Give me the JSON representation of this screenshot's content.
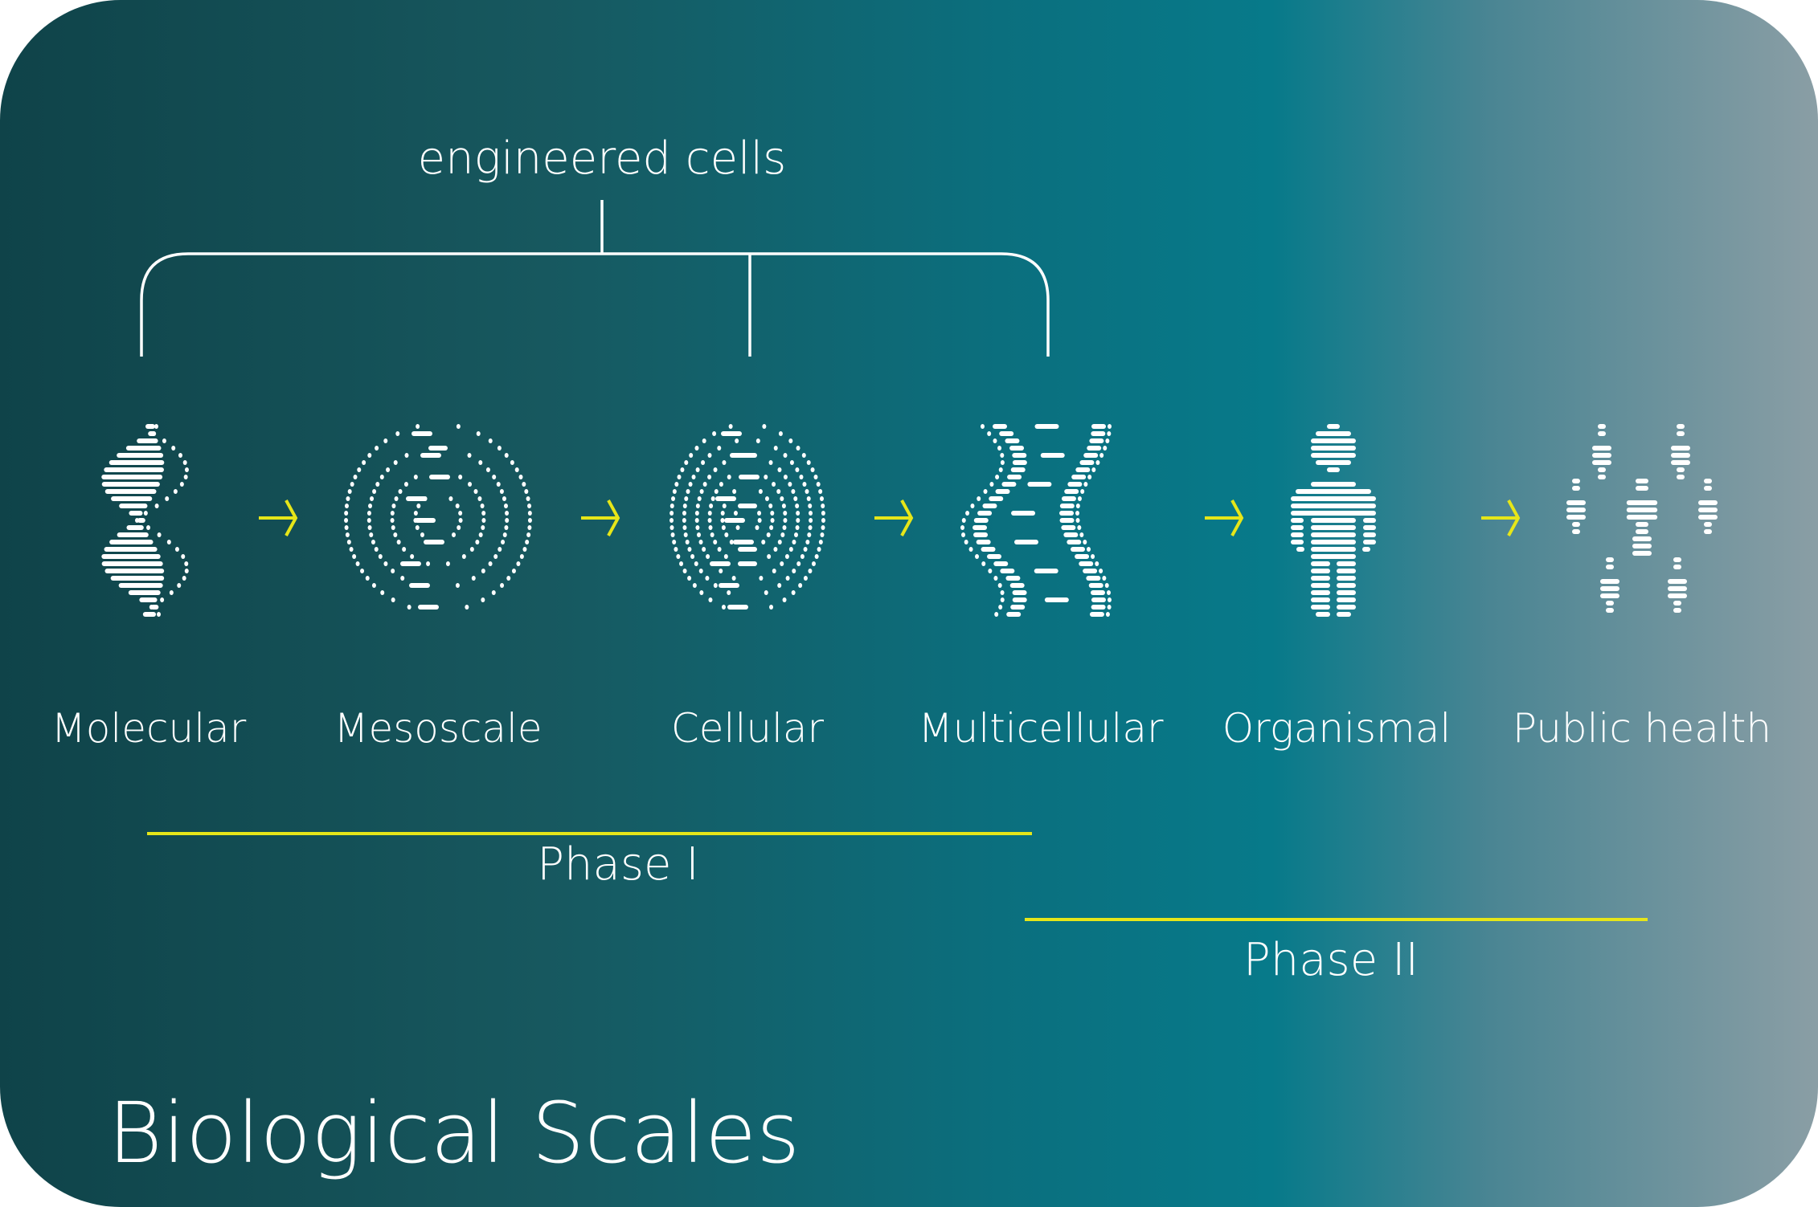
{
  "title": "Biological Scales",
  "bracket_label": "engineered cells",
  "scales": [
    {
      "label": "Molecular",
      "icon": "dna-helix-icon"
    },
    {
      "label": "Mesoscale",
      "icon": "mesoscale-structure-icon"
    },
    {
      "label": "Cellular",
      "icon": "cell-icon"
    },
    {
      "label": "Multicellular",
      "icon": "tissue-icon"
    },
    {
      "label": "Organismal",
      "icon": "human-figure-icon"
    },
    {
      "label": "Public health",
      "icon": "population-icon"
    }
  ],
  "phases": [
    {
      "label": "Phase I"
    },
    {
      "label": "Phase II"
    }
  ],
  "colors": {
    "accent": "#e6e619",
    "foreground": "#ffffff",
    "bg_left": "#0f4349",
    "bg_mid": "#077a8a",
    "bg_right": "#8a9ea5"
  }
}
